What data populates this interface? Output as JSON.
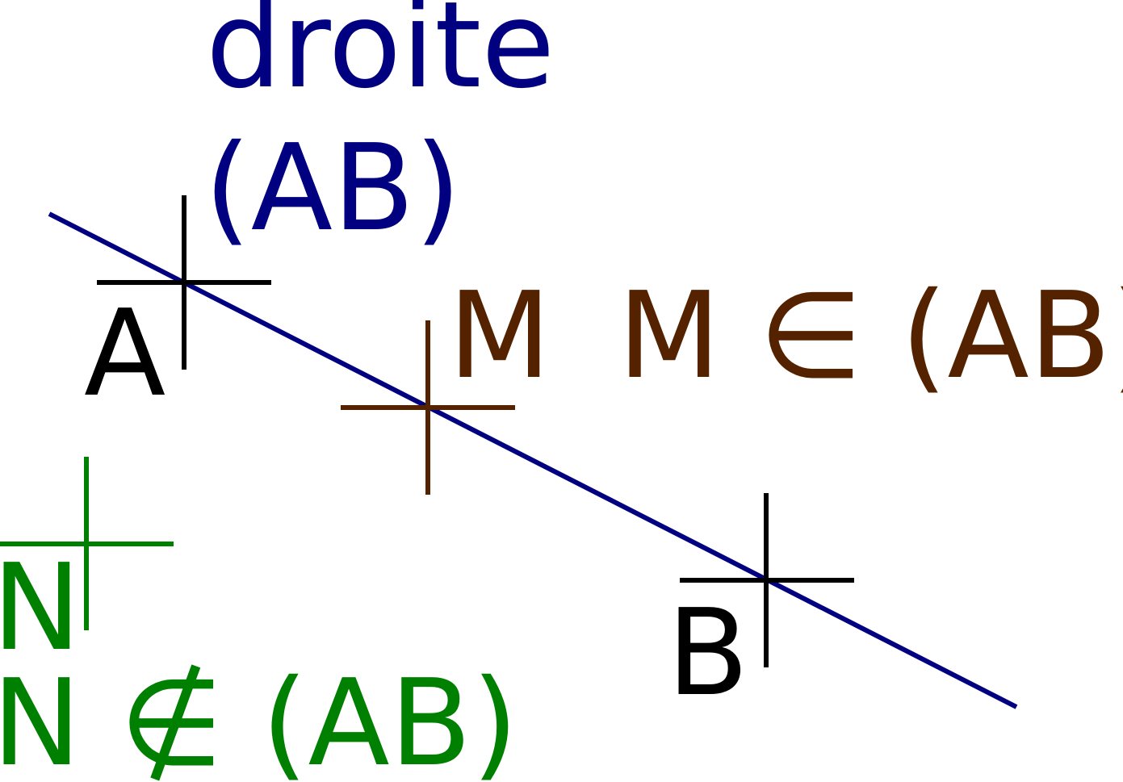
{
  "diagram": {
    "line": {
      "label_line1": "droite",
      "label_line2": "(AB)",
      "color": "#000080"
    },
    "points": {
      "A": {
        "label": "A",
        "color": "#000000"
      },
      "B": {
        "label": "B",
        "color": "#000000"
      },
      "M": {
        "label": "M",
        "color": "#552200",
        "relation": "M ∈ (AB)"
      },
      "N": {
        "label": "N",
        "color": "#008000",
        "relation": "N ∉ (AB)"
      }
    }
  }
}
